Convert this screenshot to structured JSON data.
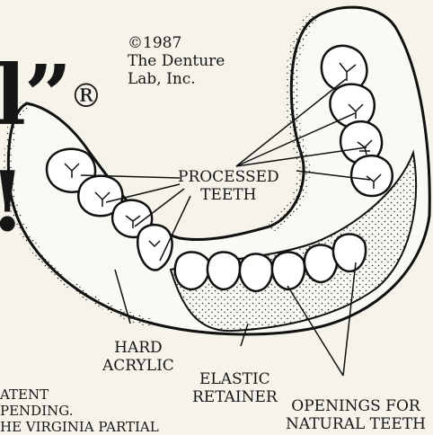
{
  "headline": {
    "fragment": "l”",
    "registered": "®",
    "fragment2": "!"
  },
  "copyright": {
    "line1": "©1987",
    "line2": "The Denture",
    "line3": "Lab, Inc."
  },
  "labels": {
    "processed_teeth": {
      "line1": "PROCESSED",
      "line2": "TEETH"
    },
    "hard_acrylic": {
      "line1": "HARD",
      "line2": "ACRYLIC"
    },
    "elastic_retainer": {
      "line1": "ELASTIC",
      "line2": "RETAINER"
    },
    "openings": {
      "line1": "OPENINGS FOR",
      "line2": "NATURAL TEETH"
    }
  },
  "footnote": {
    "line1": "ATENT",
    "line2": "PENDING.",
    "line3": "HE VIRGINIA PARTIAL"
  }
}
